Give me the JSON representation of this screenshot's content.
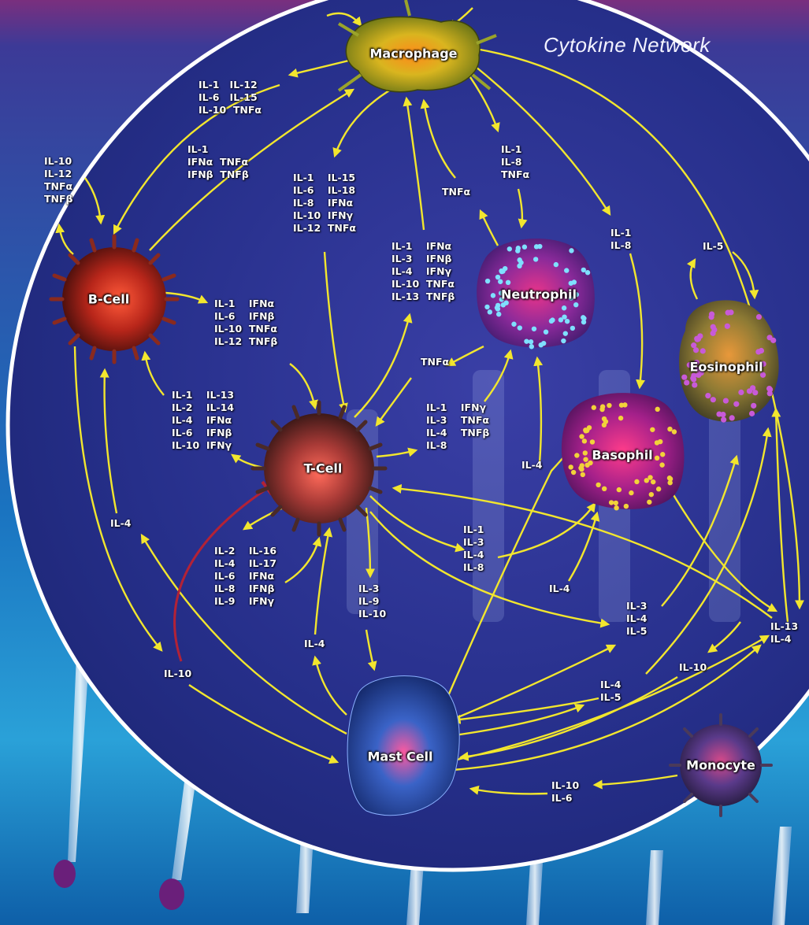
{
  "title": "Cytokine Network",
  "colors": {
    "arrow": "#f2e62e",
    "inhibit": "#b32236",
    "background_outer": "#1b8fd0",
    "background_inner": "#2b2f8f",
    "ring": "#ffffff"
  },
  "cells": {
    "macrophage": "Macrophage",
    "b_cell": "B-Cell",
    "t_cell": "T-Cell",
    "neutrophil": "Neutrophil",
    "eosinophil": "Eosinophil",
    "basophil": "Basophil",
    "mast_cell": "Mast Cell",
    "monocyte": "Monocyte"
  },
  "labels": {
    "mac_to_b": [
      "IL-1   IL-12",
      "IL-6   IL-15",
      "IL-10  TNFα"
    ],
    "b_to_mac": [
      "IL-1",
      "IFNα  TNFα",
      "IFNβ  TNFβ"
    ],
    "b_self": [
      "IL-10",
      "IL-12",
      "TNFα",
      "TNFβ"
    ],
    "mac_to_t": [
      "IL-1    IL-15",
      "IL-6    IL-18",
      "IL-8    IFNα",
      "IL-10  IFNγ",
      "IL-12  TNFα"
    ],
    "t_to_mac": [
      "IL-1    IFNα",
      "IL-3    IFNβ",
      "IL-4    IFNγ",
      "IL-10  TNFα",
      "IL-13  TNFβ"
    ],
    "neut_to_mac": [
      "TNFα"
    ],
    "mac_to_neut": [
      "IL-1",
      "IL-8",
      "TNFα"
    ],
    "mac_to_baso": [
      "IL-1",
      "IL-8"
    ],
    "eos_self": [
      "IL-5"
    ],
    "b_to_t": [
      "IL-1    IFNα",
      "IL-6    IFNβ",
      "IL-10  TNFα",
      "IL-12  TNFβ"
    ],
    "t_to_b": [
      "IL-1    IL-13",
      "IL-2    IL-14",
      "IL-4    IFNα",
      "IL-6    IFNβ",
      "IL-10  IFNγ"
    ],
    "neut_to_t": [
      "TNFα"
    ],
    "t_to_neut": [
      "IL-1    IFNγ",
      "IL-3    TNFα",
      "IL-4    TNFβ",
      "IL-8"
    ],
    "mast_to_neut": [
      "IL-4"
    ],
    "t_to_baso": [
      "IL-1",
      "IL-3",
      "IL-4",
      "IL-8"
    ],
    "mast_to_baso": [
      "IL-4"
    ],
    "mast_to_b": [
      "IL-4"
    ],
    "t_to_t": [
      "IL-2    IL-16",
      "IL-4    IL-17",
      "IL-6    IFNα",
      "IL-8    IFNβ",
      "IL-9    IFNγ"
    ],
    "t_to_mast": [
      "IL-3",
      "IL-9",
      "IL-10"
    ],
    "mast_to_t": [
      "IL-4"
    ],
    "t_to_eos": [
      "IL-3",
      "IL-4",
      "IL-5"
    ],
    "to_t_right": [
      "IL-13",
      "IL-4"
    ],
    "b_to_mast": [
      "IL-10"
    ],
    "eos_to_mast": [
      "IL-10"
    ],
    "mast_to_eos": [
      "IL-4",
      "IL-5"
    ],
    "mono_to_mast": [
      "IL-10",
      "IL-6"
    ]
  }
}
